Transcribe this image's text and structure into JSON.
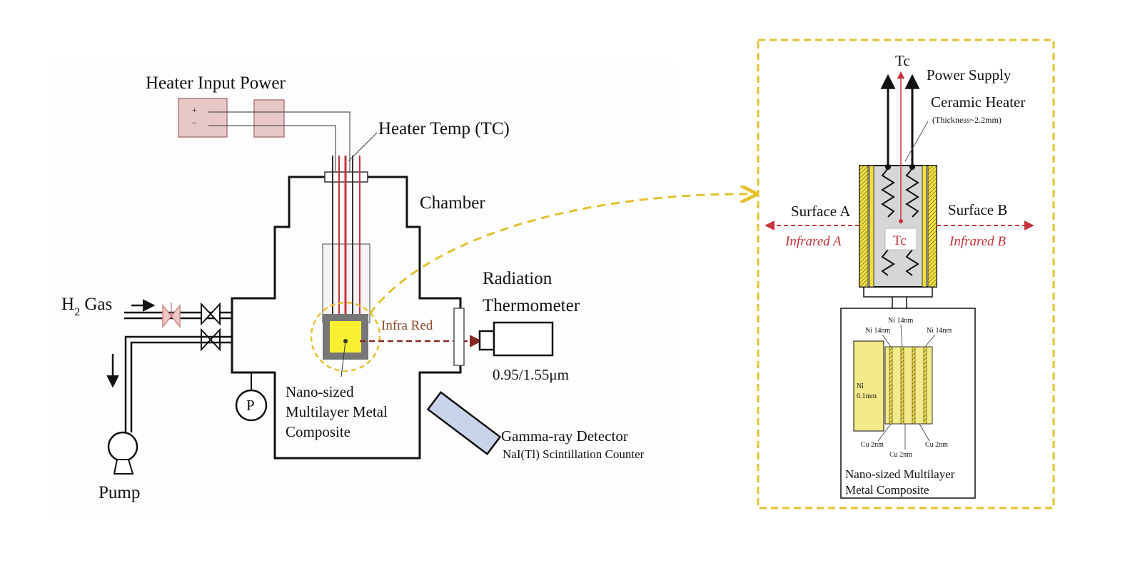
{
  "colors": {
    "accent_yellow": "#f4d63a",
    "dash_yellow": "#e6c12e",
    "sample_yellow": "#f8f030",
    "heater_red": "#c8323c",
    "infrared_red": "#c8323c",
    "infra_brown": "#8a2a22",
    "chamber_line": "#111111",
    "power_box": "#e8c7c7",
    "detector_blue": "#c9d4ea",
    "valve_pink": "#f2c7c7"
  },
  "left": {
    "heater_input_power": "Heater Input Power",
    "power_plus": "+",
    "power_minus": "−",
    "heater_temp": "Heater Temp (TC)",
    "chamber": "Chamber",
    "radiation_line1": "Radiation",
    "radiation_line2": "Thermometer",
    "infra_red": "Infra Red",
    "wavelength": "0.95/1.55μm",
    "gas_h": "H",
    "gas_sub": "2",
    "gas_rest": " Gas",
    "pressure_gauge": "P",
    "sample_line1": "Nano-sized",
    "sample_line2": "Multilayer Metal",
    "sample_line3": "Composite",
    "gamma_detector": "Gamma-ray Detector",
    "nai_counter": "NaI(Tl) Scintillation  Counter",
    "pump": "Pump"
  },
  "right": {
    "tc_top": "Tc",
    "power_supply": "Power Supply",
    "ceramic_heater": "Ceramic Heater",
    "thickness": "(Thickness~2.2mm)",
    "surface_a": "Surface A",
    "surface_b": "Surface B",
    "infrared_a": "Infrared A",
    "infrared_b": "Infrared B",
    "tc_inner": "Tc",
    "layer_ni_14_center": "Ni 14nm",
    "layer_ni_14_left": "Ni 14nm",
    "layer_ni_14_right": "Ni 14nm",
    "layer_ni_line1": "Ni",
    "layer_ni_line2": "0.1mm",
    "layer_cu_left": "Cu 2nm",
    "layer_cu_center": "Cu 2nm",
    "layer_cu_right": "Cu 2nm",
    "composite_line1": "Nano-sized  Multilayer",
    "composite_line2": "Metal Composite"
  }
}
